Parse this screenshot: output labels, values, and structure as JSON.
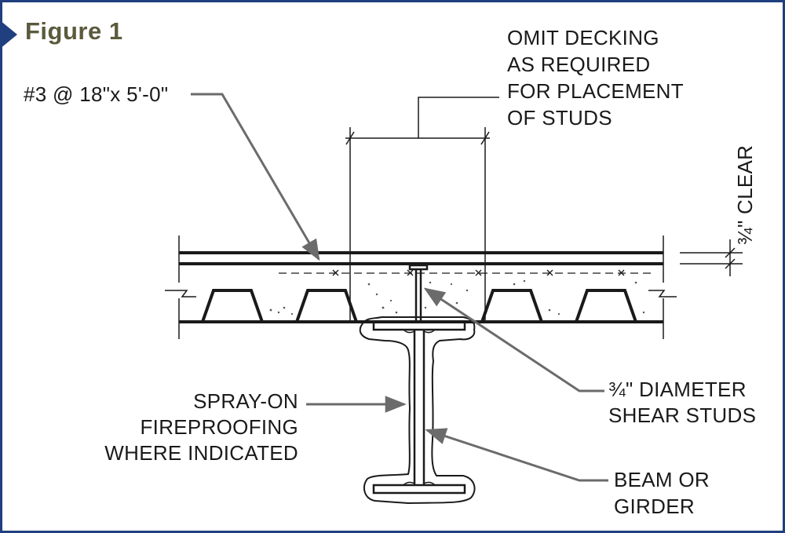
{
  "figure": {
    "title": "Figure 1"
  },
  "callouts": {
    "rebar": "#3 @ 18\"x 5'-0\"",
    "omit_decking": [
      "OMIT DECKING",
      "AS REQUIRED",
      "FOR PLACEMENT",
      "OF STUDS"
    ],
    "clear": "¾\" CLEAR",
    "shear_studs": [
      "¾\" DIAMETER",
      "SHEAR STUDS"
    ],
    "fireproofing": [
      "SPRAY-ON",
      "FIREPROOFING",
      "WHERE INDICATED"
    ],
    "beam": [
      "BEAM OR",
      "GIRDER"
    ]
  },
  "colors": {
    "frame": "#1f3f7f",
    "title": "#5b5a3c",
    "leader": "#6b6b6b",
    "ink": "#1a1a1a"
  }
}
